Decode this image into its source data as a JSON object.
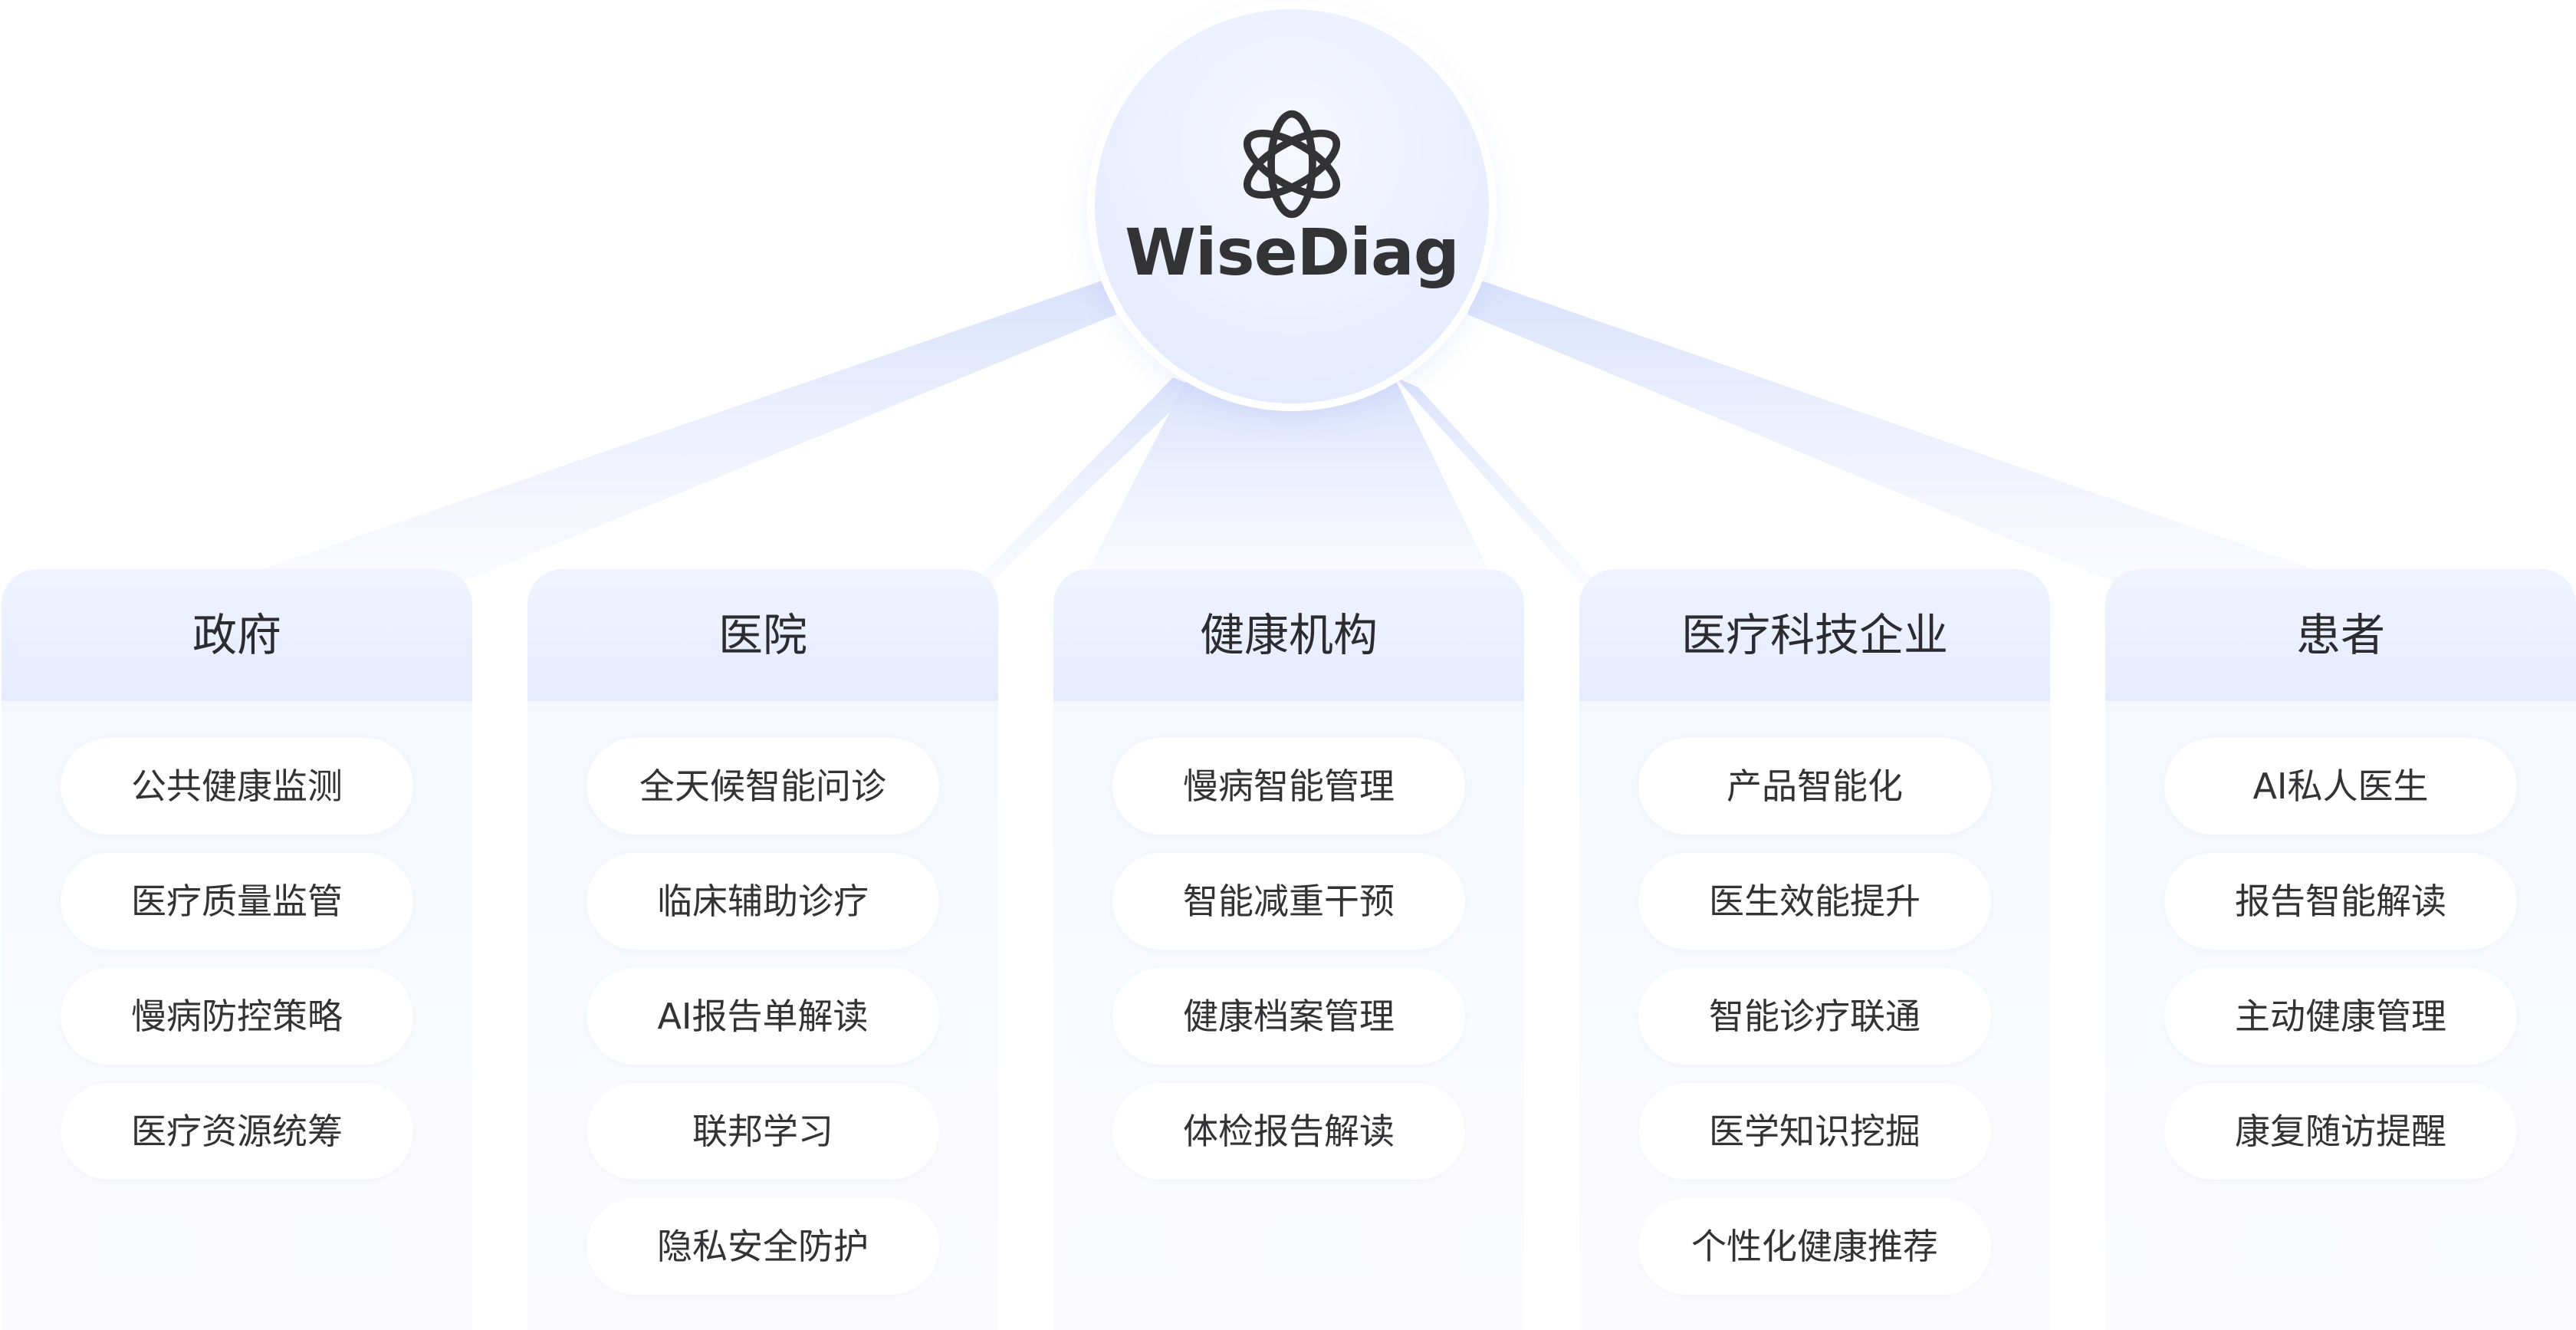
{
  "hub": {
    "title": "WiseDiag",
    "icon": "atom-icon"
  },
  "groups": [
    {
      "title": "政府",
      "items": [
        "公共健康监测",
        "医疗质量监管",
        "慢病防控策略",
        "医疗资源统筹"
      ]
    },
    {
      "title": "医院",
      "items": [
        "全天候智能问诊",
        "临床辅助诊疗",
        "AI报告单解读",
        "联邦学习",
        "隐私安全防护"
      ]
    },
    {
      "title": "健康机构",
      "items": [
        "慢病智能管理",
        "智能减重干预",
        "健康档案管理",
        "体检报告解读"
      ]
    },
    {
      "title": "医疗科技企业",
      "items": [
        "产品智能化",
        "医生效能提升",
        "智能诊疗联通",
        "医学知识挖掘",
        "个性化健康推荐"
      ]
    },
    {
      "title": "患者",
      "items": [
        "AI私人医生",
        "报告智能解读",
        "主动健康管理",
        "康复随访提醒"
      ]
    }
  ],
  "colors": {
    "hub_fill": "#e9eeff",
    "card_header": "#e6ecff",
    "beam": "#dde5fb",
    "text": "#2f2f33"
  }
}
